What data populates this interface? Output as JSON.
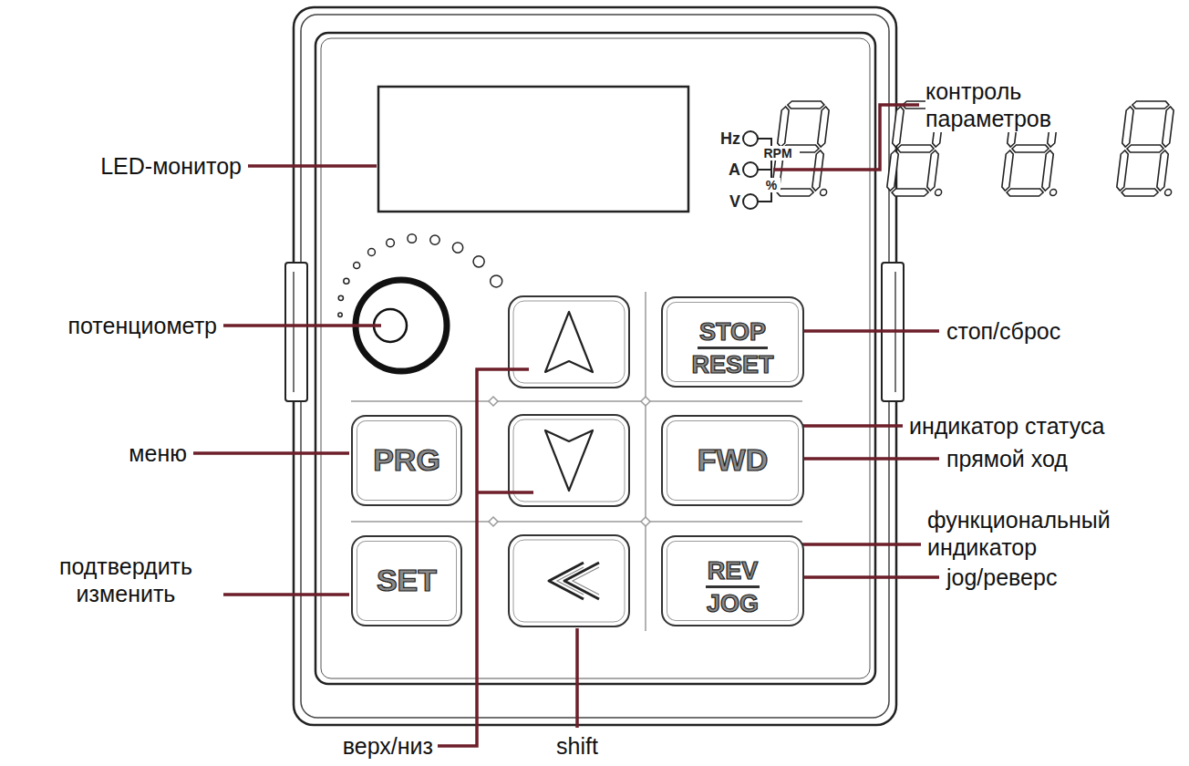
{
  "diagram": {
    "nodes": [
      {
        "text": [
          "STOP",
          "RESET"
        ]
      },
      {
        "text": [
          "PRG"
        ]
      },
      {
        "text": [
          "FWD"
        ]
      },
      {
        "text": [
          "SET"
        ]
      },
      {
        "text": [
          "REV",
          "JOG"
        ]
      }
    ],
    "labels": [
      "контроль параметров",
      "Hz",
      "RPM",
      "LED-монитор",
      "A",
      "%",
      "V",
      "потенциометр",
      "стоп/сброс",
      "меню",
      "индикатор статуса",
      "прямой ход",
      "функциональный индикатор",
      "подтвердить изменить",
      "jog/реверс",
      "верх/низ",
      "shift"
    ]
  }
}
